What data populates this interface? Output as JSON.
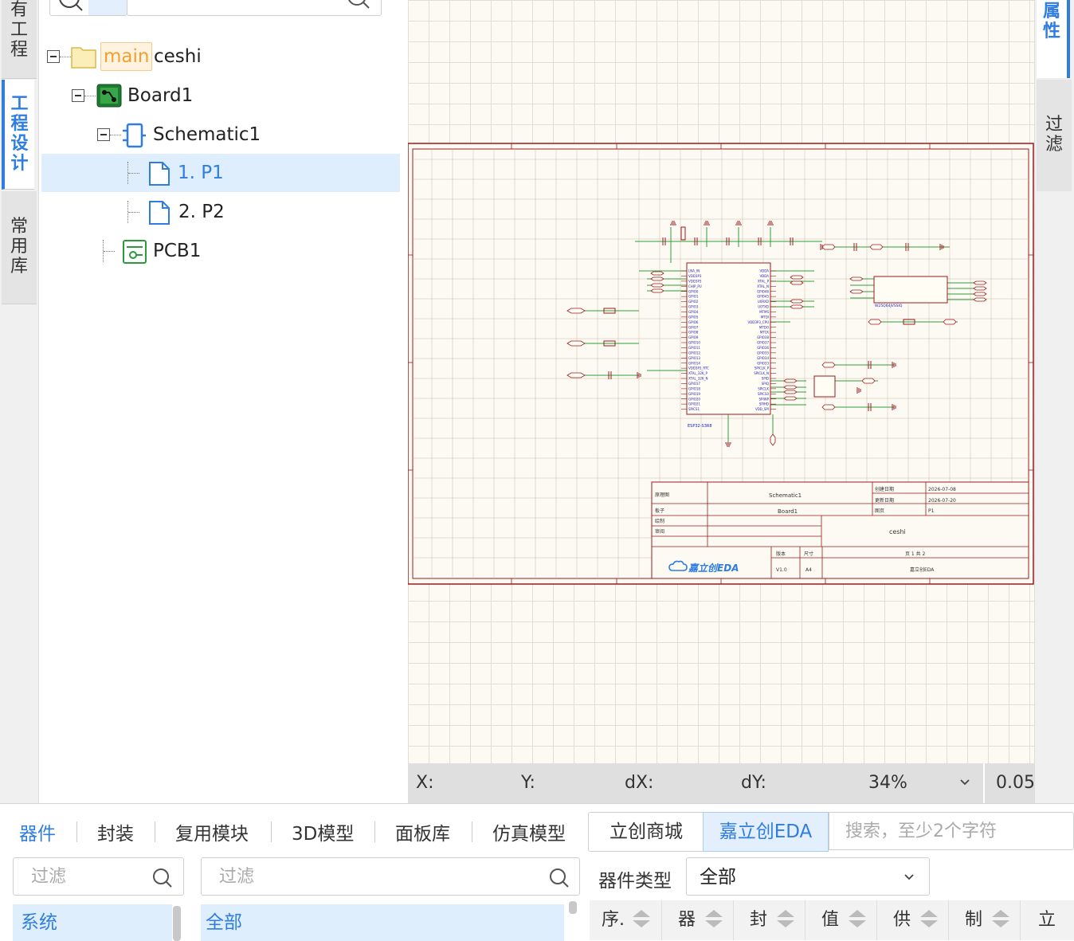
{
  "left_tabs": [
    {
      "label": [
        "有",
        "工",
        "程"
      ],
      "active": false
    },
    {
      "label": [
        "工",
        "程",
        "设",
        "计"
      ],
      "active": true
    },
    {
      "label": [
        "常",
        "用",
        "库"
      ],
      "active": false
    }
  ],
  "right_tabs": [
    {
      "label": [
        "属",
        "性"
      ],
      "active": true
    },
    {
      "label": [
        "过",
        "滤"
      ],
      "active": false
    }
  ],
  "tree": {
    "project_badge": "main",
    "project_name": "ceshi",
    "board": "Board1",
    "schematic": "Schematic1",
    "pages": [
      "1. P1",
      "2. P2"
    ],
    "pcb": "PCB1"
  },
  "schematic": {
    "component": "ESP32-S3R8",
    "flash": "W25Q64JVSSIQ",
    "pins_left": [
      "LNA_IN",
      "VDD3P3",
      "VDD3P3",
      "CHIP_PU",
      "GPIO0",
      "GPIO1",
      "GPIO2",
      "GPIO3",
      "GPIO4",
      "GPIO5",
      "GPIO6",
      "GPIO7",
      "GPIO8",
      "GPIO9",
      "GPIO10",
      "GPIO11",
      "GPIO12",
      "GPIO13",
      "GPIO14",
      "VDD3P3_RTC",
      "XTAL_32K_P",
      "XTAL_32K_N",
      "GPIO17",
      "GPIO18",
      "GPIO19",
      "GPIO20",
      "GPIO21",
      "SPICS1"
    ],
    "pins_right": [
      "VDDA",
      "VDDA",
      "XTAL_P",
      "XTAL_N",
      "GPIO46",
      "GPIO45",
      "U0RXD",
      "U0TXD",
      "MTMS",
      "MTDI",
      "VDD3P3_CPU",
      "MTDO",
      "MTCK",
      "GPIO38",
      "GPIO37",
      "GPIO36",
      "GPIO35",
      "GPIO34",
      "GPIO33",
      "SPICLK_P",
      "SPICLK_N",
      "SPID",
      "SPIQ",
      "SPICLK",
      "SPICS0",
      "SPIWP",
      "SPIHD",
      "VDD_SPI"
    ],
    "title_block": {
      "type_label": "原理图",
      "title": "Schematic1",
      "board_label": "板子",
      "board": "Board1",
      "drawn_label": "绘制",
      "review_label": "审阅",
      "created_label": "创建日期",
      "created": "2026-07-08",
      "updated_label": "更新日期",
      "updated": "2026-07-20",
      "page_label": "图页",
      "page": "P1",
      "project": "ceshi",
      "version_label": "版本",
      "size_label": "尺寸",
      "page_of": "页  1  共  2",
      "version": "V1.0",
      "size": "A4",
      "company": "嘉立创EDA",
      "logo_text": "嘉立创EDA"
    }
  },
  "status": {
    "x": "X:",
    "y": "Y:",
    "dx": "dX:",
    "dy": "dY:",
    "zoom": "34%",
    "grid": "0.05"
  },
  "library": {
    "tabs": [
      "器件",
      "封装",
      "复用模块",
      "3D模型",
      "面板库",
      "仿真模型"
    ],
    "sources": [
      "立创商城",
      "嘉立创EDA"
    ],
    "search_placeholder": "搜索，至少2个字符",
    "filter_placeholder": "过滤",
    "category_list": [
      "系统"
    ],
    "sub_list": [
      "全部"
    ],
    "type_label": "器件类型",
    "type_value": "全部",
    "columns": [
      "序.",
      "器",
      "封",
      "值",
      "供",
      "制",
      "立"
    ]
  },
  "colors": {
    "accent": "#2f7de1",
    "frame": "#9b1b1b",
    "wire": "#2f9e3a",
    "pin_text": "#1c1cb8"
  }
}
